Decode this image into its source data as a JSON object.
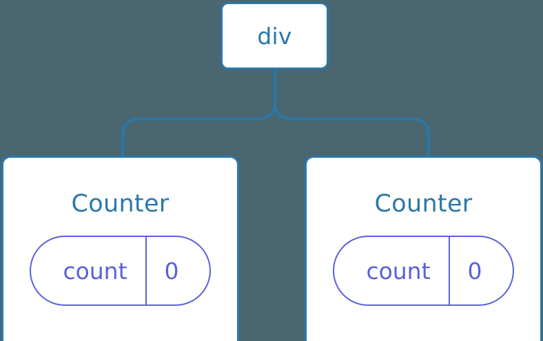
{
  "diagram": {
    "type": "component-tree",
    "background_color": "#4a6670",
    "node_border_color": "#2a78a8",
    "node_text_color": "#2a78a8",
    "state_color": "#5b5fdb",
    "connector_color": "#2a78a8"
  },
  "root": {
    "label": "div"
  },
  "children": [
    {
      "title": "Counter",
      "state": {
        "key": "count",
        "value": "0"
      }
    },
    {
      "title": "Counter",
      "state": {
        "key": "count",
        "value": "0"
      }
    }
  ]
}
